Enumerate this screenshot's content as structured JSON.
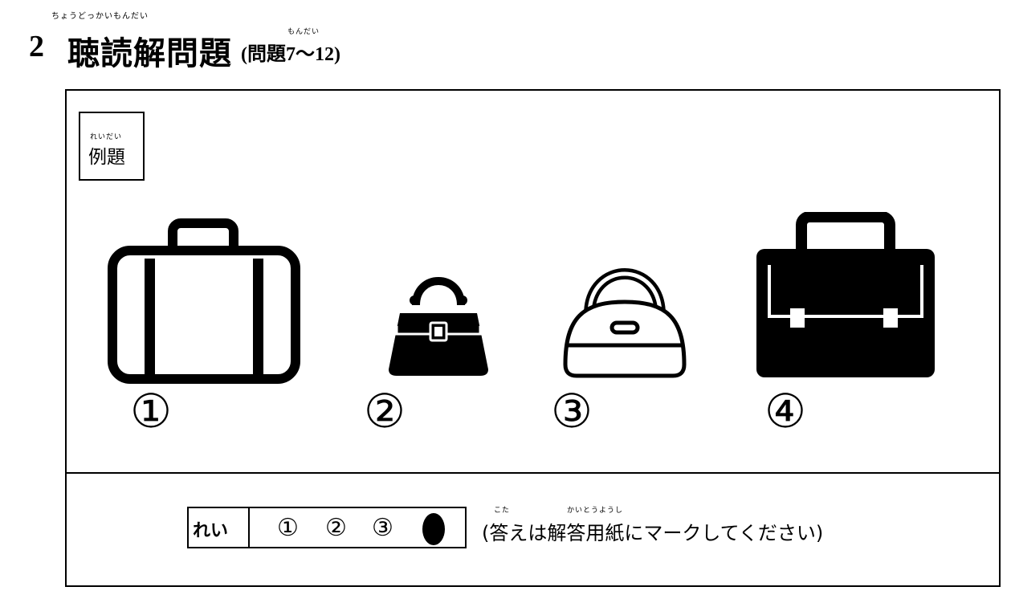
{
  "header": {
    "number": "2",
    "title": "聴読解問題",
    "title_ruby": "ちょうどっかいもんだい",
    "subtitle": "(問題7〜12)",
    "subtitle_ruby": "もんだい"
  },
  "example": {
    "label": "例題",
    "ruby": "れいだい"
  },
  "options": {
    "labels": [
      "①",
      "②",
      "③",
      "④"
    ],
    "icons": [
      "suitcase-icon",
      "handbag-icon",
      "bowling-bag-icon",
      "briefcase-icon"
    ]
  },
  "answer_example": {
    "label": "れい",
    "choices": [
      "①",
      "②",
      "③"
    ],
    "selected_index": 4,
    "instruction": "(答えは解答用紙にマークしてください)",
    "ruby_kotae": "こた",
    "ruby_kaitouyoushi": "かいとうようし"
  }
}
